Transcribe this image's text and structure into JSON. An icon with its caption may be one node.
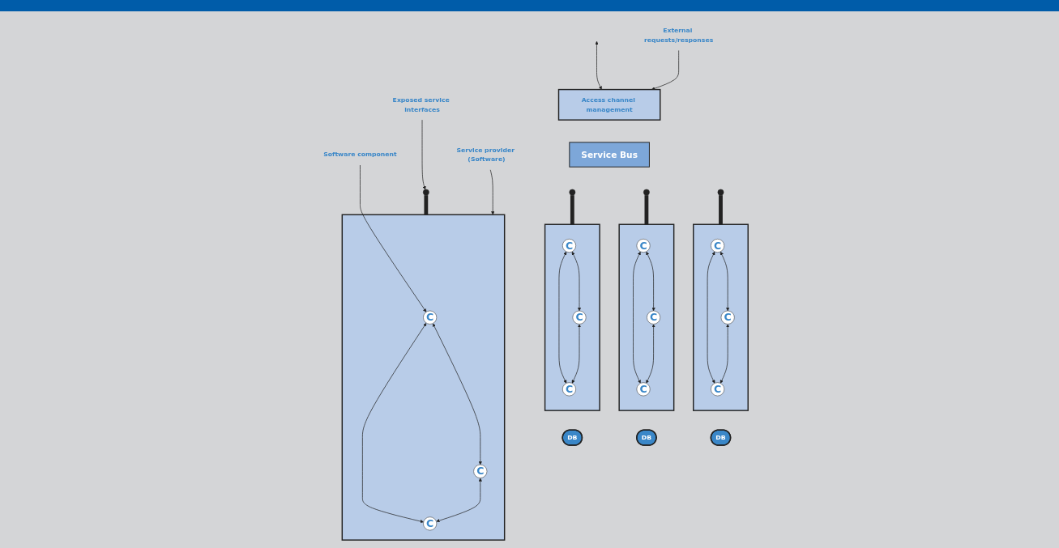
{
  "diagram": {
    "nodes": [
      {
        "text": [
          "External requests/responses"
        ]
      },
      {
        "text": [
          "Access channel management"
        ]
      },
      {
        "text": [
          "Service Bus"
        ]
      },
      {
        "text": [
          "Software component"
        ]
      },
      {
        "text": [
          "Exposed service interfaces"
        ]
      },
      {
        "text": [],
        "shape": "circle"
      },
      {
        "text": [],
        "shape": "box"
      },
      {
        "text": [
          "C"
        ],
        "in": 6
      },
      {
        "text": [
          "C"
        ],
        "in": 6
      },
      {
        "text": [
          "C"
        ],
        "in": 6
      },
      {
        "text": [
          "Service provider (Software)"
        ]
      },
      {
        "text": [],
        "shape": "circle"
      },
      {
        "text": [],
        "shape": "box"
      },
      {
        "text": [
          "C"
        ],
        "in": 12
      },
      {
        "text": [
          "C"
        ],
        "in": 12
      },
      {
        "text": [
          "C"
        ],
        "in": 12
      },
      {
        "text": [
          "DB"
        ]
      },
      {
        "text": [],
        "shape": "circle"
      },
      {
        "text": [],
        "shape": "box"
      },
      {
        "text": [
          "C"
        ],
        "in": 18
      },
      {
        "text": [
          "C"
        ],
        "in": 18
      },
      {
        "text": [
          "C"
        ],
        "in": 18
      },
      {
        "text": [
          "DB"
        ]
      },
      {
        "text": [],
        "shape": "circle"
      },
      {
        "text": [],
        "shape": "box"
      },
      {
        "text": [
          "C"
        ],
        "in": 24
      },
      {
        "text": [
          "C"
        ],
        "in": 24
      },
      {
        "text": [
          "C"
        ],
        "in": 24
      },
      {
        "text": [
          "DB"
        ]
      }
    ],
    "edges": [
      {
        "from": null,
        "to": 1,
        "arrow": "both"
      },
      {
        "from": 0,
        "to": 1,
        "arrow": "to"
      },
      {
        "from": 3,
        "to": 7,
        "arrow": "to"
      },
      {
        "from": 4,
        "to": 5,
        "arrow": "to"
      },
      {
        "from": 5,
        "to": 6,
        "arrow": "none",
        "style": "thick"
      },
      {
        "from": 7,
        "to": 8,
        "arrow": "both"
      },
      {
        "from": 7,
        "to": 9,
        "arrow": "both"
      },
      {
        "from": 8,
        "to": 9,
        "arrow": "both"
      },
      {
        "from": 10,
        "to": 6,
        "arrow": "to"
      },
      {
        "from": 11,
        "to": 12,
        "arrow": "none",
        "style": "thick"
      },
      {
        "from": 13,
        "to": 14,
        "arrow": "both"
      },
      {
        "from": 13,
        "to": 15,
        "arrow": "both"
      },
      {
        "from": 14,
        "to": 15,
        "arrow": "both"
      },
      {
        "from": 17,
        "to": 18,
        "arrow": "none",
        "style": "thick"
      },
      {
        "from": 19,
        "to": 20,
        "arrow": "both"
      },
      {
        "from": 19,
        "to": 21,
        "arrow": "both"
      },
      {
        "from": 20,
        "to": 21,
        "arrow": "both"
      },
      {
        "from": 23,
        "to": 24,
        "arrow": "none",
        "style": "thick"
      },
      {
        "from": 25,
        "to": 26,
        "arrow": "both"
      },
      {
        "from": 25,
        "to": 27,
        "arrow": "both"
      },
      {
        "from": 26,
        "to": 27,
        "arrow": "both"
      }
    ]
  }
}
